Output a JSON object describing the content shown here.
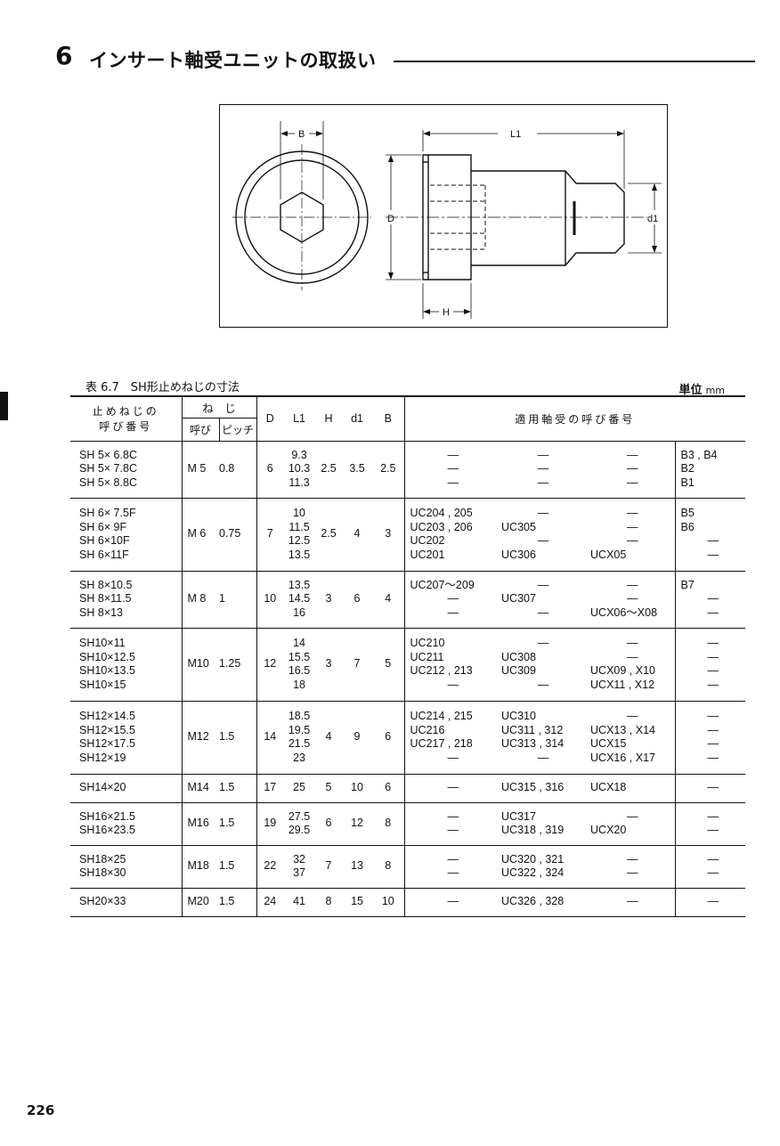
{
  "header": {
    "chapter": "6",
    "title": "インサート軸受ユニットの取扱い"
  },
  "figure": {
    "labels": {
      "B": "B",
      "L1": "L1",
      "D": "D",
      "d1": "d1",
      "H": "H"
    }
  },
  "table": {
    "caption": "表 6.7　SH形止めねじの寸法",
    "unit_label": "単位",
    "unit": "mm",
    "headers": {
      "name": "止めねじの呼び番号",
      "screw": "ね　じ",
      "call": "呼び",
      "pitch": "ピッチ",
      "D": "D",
      "L1": "L1",
      "H": "H",
      "d1": "d1",
      "B": "B",
      "applicable": "適用軸受の呼び番号"
    },
    "groups": [
      {
        "names": [
          "SH 5× 6.8C",
          "SH 5× 7.8C",
          "SH 5× 8.8C"
        ],
        "call": "M 5",
        "pitch": "0.8",
        "D": "6",
        "L1": [
          "9.3",
          "10.3",
          "11.3"
        ],
        "H": "2.5",
        "d1": "3.5",
        "B": "2.5",
        "uc": [
          "—",
          "—",
          "—"
        ],
        "uc3": [
          "—",
          "—",
          "—"
        ],
        "ucx": [
          "—",
          "—",
          "—"
        ],
        "bb": [
          "B3 , B4",
          "B2",
          "B1"
        ]
      },
      {
        "names": [
          "SH 6× 7.5F",
          "SH 6× 9F",
          "SH 6×10F",
          "SH 6×11F"
        ],
        "call": "M 6",
        "pitch": "0.75",
        "D": "7",
        "L1": [
          "10",
          "11.5",
          "12.5",
          "13.5"
        ],
        "H": "2.5",
        "d1": "4",
        "B": "3",
        "uc": [
          "UC204 , 205",
          "UC203 , 206",
          "UC202",
          "UC201"
        ],
        "uc3": [
          "—",
          "UC305",
          "—",
          "UC306"
        ],
        "ucx": [
          "—",
          "—",
          "—",
          "UCX05"
        ],
        "bb": [
          "B5",
          "B6",
          "—",
          "—"
        ]
      },
      {
        "names": [
          "SH 8×10.5",
          "SH 8×11.5",
          "SH 8×13"
        ],
        "call": "M 8",
        "pitch": "1",
        "D": "10",
        "L1": [
          "13.5",
          "14.5",
          "16"
        ],
        "H": "3",
        "d1": "6",
        "B": "4",
        "uc": [
          "UC207～209",
          "—",
          "—"
        ],
        "uc3": [
          "—",
          "UC307",
          "—"
        ],
        "ucx": [
          "—",
          "—",
          "UCX06～X08"
        ],
        "bb": [
          "B7",
          "—",
          "—"
        ]
      },
      {
        "names": [
          "SH10×11",
          "SH10×12.5",
          "SH10×13.5",
          "SH10×15"
        ],
        "call": "M10",
        "pitch": "1.25",
        "D": "12",
        "L1": [
          "14",
          "15.5",
          "16.5",
          "18"
        ],
        "H": "3",
        "d1": "7",
        "B": "5",
        "uc": [
          "UC210",
          "UC211",
          "UC212 , 213",
          "—"
        ],
        "uc3": [
          "—",
          "UC308",
          "UC309",
          "—"
        ],
        "ucx": [
          "—",
          "—",
          "UCX09 , X10",
          "UCX11 , X12"
        ],
        "bb": [
          "—",
          "—",
          "—",
          "—"
        ]
      },
      {
        "names": [
          "SH12×14.5",
          "SH12×15.5",
          "SH12×17.5",
          "SH12×19"
        ],
        "call": "M12",
        "pitch": "1.5",
        "D": "14",
        "L1": [
          "18.5",
          "19.5",
          "21.5",
          "23"
        ],
        "H": "4",
        "d1": "9",
        "B": "6",
        "uc": [
          "UC214 , 215",
          "UC216",
          "UC217 , 218",
          "—"
        ],
        "uc3": [
          "UC310",
          "UC311 , 312",
          "UC313 , 314",
          "—"
        ],
        "ucx": [
          "—",
          "UCX13 , X14",
          "UCX15",
          "UCX16 , X17"
        ],
        "bb": [
          "—",
          "—",
          "—",
          "—"
        ]
      },
      {
        "names": [
          "SH14×20"
        ],
        "call": "M14",
        "pitch": "1.5",
        "D": "17",
        "L1": [
          "25"
        ],
        "H": "5",
        "d1": "10",
        "B": "6",
        "uc": [
          "—"
        ],
        "uc3": [
          "UC315 , 316"
        ],
        "ucx": [
          "UCX18"
        ],
        "bb": [
          "—"
        ]
      },
      {
        "names": [
          "SH16×21.5",
          "SH16×23.5"
        ],
        "call": "M16",
        "pitch": "1.5",
        "D": "19",
        "L1": [
          "27.5",
          "29.5"
        ],
        "H": "6",
        "d1": "12",
        "B": "8",
        "uc": [
          "—",
          "—"
        ],
        "uc3": [
          "UC317",
          "UC318 , 319"
        ],
        "ucx": [
          "—",
          "UCX20"
        ],
        "bb": [
          "—",
          "—"
        ]
      },
      {
        "names": [
          "SH18×25",
          "SH18×30"
        ],
        "call": "M18",
        "pitch": "1.5",
        "D": "22",
        "L1": [
          "32",
          "37"
        ],
        "H": "7",
        "d1": "13",
        "B": "8",
        "uc": [
          "—",
          "—"
        ],
        "uc3": [
          "UC320 , 321",
          "UC322 , 324"
        ],
        "ucx": [
          "—",
          "—"
        ],
        "bb": [
          "—",
          "—"
        ]
      },
      {
        "names": [
          "SH20×33"
        ],
        "call": "M20",
        "pitch": "1.5",
        "D": "24",
        "L1": [
          "41"
        ],
        "H": "8",
        "d1": "15",
        "B": "10",
        "uc": [
          "—"
        ],
        "uc3": [
          "UC326 , 328"
        ],
        "ucx": [
          "—"
        ],
        "bb": [
          "—"
        ]
      }
    ]
  },
  "page_number": "226"
}
